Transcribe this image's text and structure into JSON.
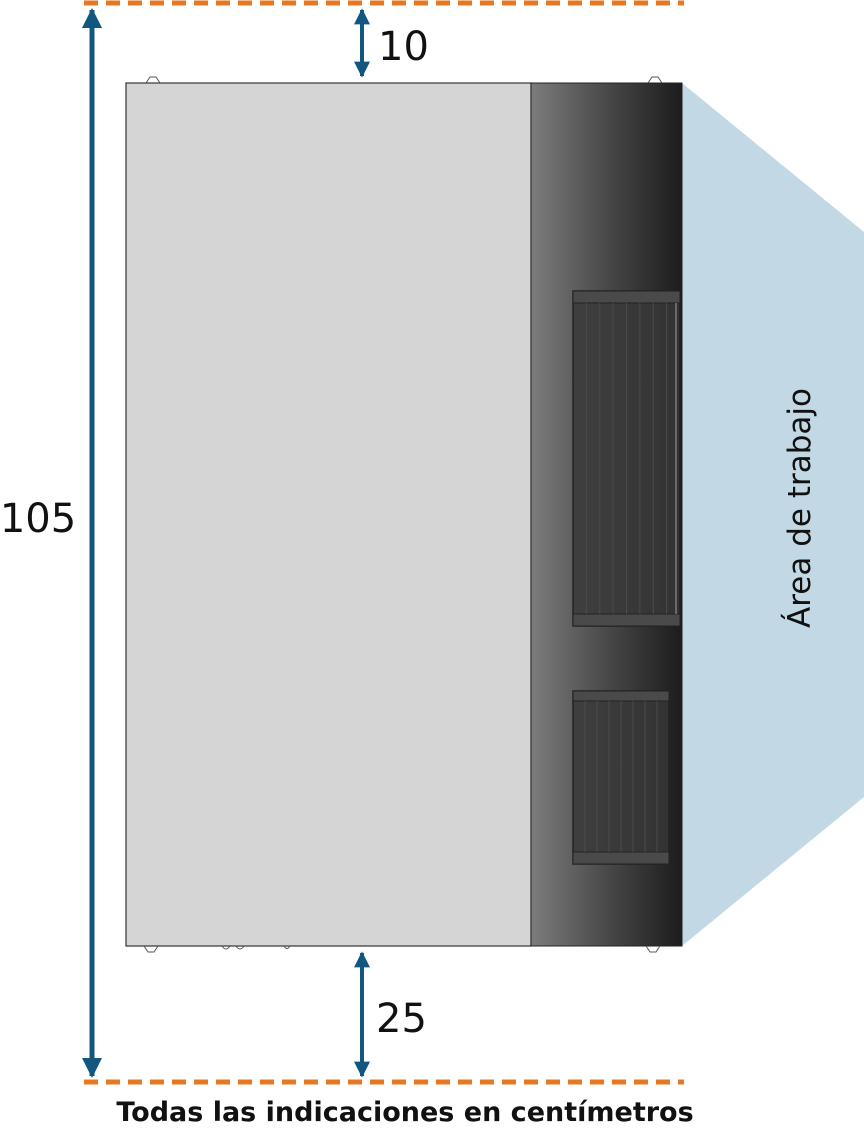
{
  "dimensions": {
    "total_height": "105",
    "top_clearance": "10",
    "bottom_clearance": "25"
  },
  "work_area_label": "Área de trabajo",
  "caption": "Todas las indicaciones en centímetros",
  "colors": {
    "boundary_line": "#e87722",
    "dimension_arrow": "#11577f",
    "work_area": "#c2d8e4",
    "cabinet_body": "#d5d5d5",
    "cabinet_front_dark": "#1e1e1e",
    "cabinet_front_light": "#7a7a7a",
    "drawer": "#3c3c3c"
  }
}
